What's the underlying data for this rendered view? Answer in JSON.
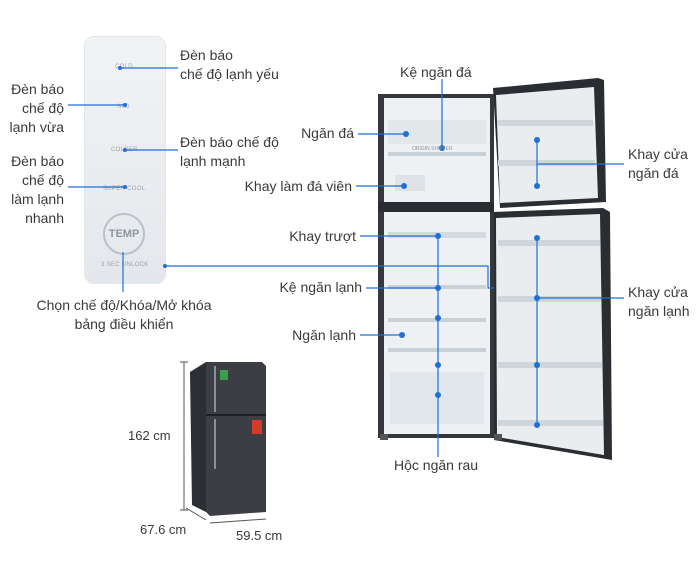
{
  "panel": {
    "cold": "COLD",
    "mid": "MID",
    "colder": "COLDER",
    "super_cool": "SUPER COOL",
    "temp": "TEMP",
    "unlock": "3 SEC UNLOCK"
  },
  "labels": {
    "cold_weak": [
      "Đèn báo",
      "chế độ lạnh yếu"
    ],
    "mid": [
      "Đèn báo",
      "chế độ",
      "lạnh vừa"
    ],
    "colder": [
      "Đèn báo chế độ",
      "lạnh mạnh"
    ],
    "super_cool": [
      "Đèn báo",
      "chế độ",
      "làm lạnh",
      "nhanh"
    ],
    "temp_select": [
      "Chọn chế độ/Khóa/Mở khóa",
      "bảng điều khiển"
    ],
    "freezer_shelf": "Kệ ngăn đá",
    "freezer": "Ngăn đá",
    "ice_tray": "Khay làm đá viên",
    "sliding_tray": "Khay trượt",
    "fridge_shelf": "Kệ ngăn lạnh",
    "fridge": "Ngăn lạnh",
    "veg_drawer": "Hộc ngăn rau",
    "freezer_door": [
      "Khay cửa",
      "ngăn đá"
    ],
    "fridge_door": [
      "Khay cửa",
      "ngăn lạnh"
    ]
  },
  "dimensions": {
    "height": "162 cm",
    "depth": "67.6 cm",
    "width": "59.5 cm"
  },
  "fridge_badge": "ORIGIN SHIFTER",
  "colors": {
    "callout": "#1f6fd6",
    "fridge_body": "#2c2f33",
    "interior": "#eef1f3",
    "text": "#3a3a3a"
  }
}
